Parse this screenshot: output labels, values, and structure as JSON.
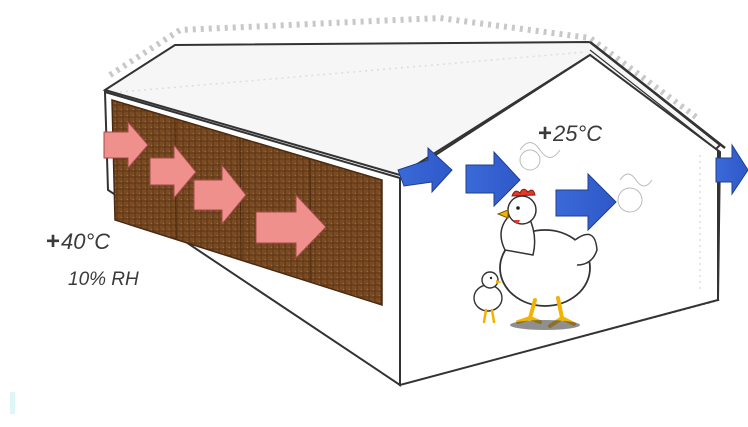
{
  "outside": {
    "plus": "+",
    "temperature": "40°C",
    "humidity": "10% RH"
  },
  "inside": {
    "plus": "+",
    "temperature": "25°C"
  },
  "colors": {
    "hot_air": "#f0908c",
    "cool_air": "#4a7ee0",
    "pad": "#7a4a22",
    "outline": "#333333",
    "chicken_comb": "#e03a2a",
    "chicken_leg": "#f2b400"
  },
  "icons": {
    "hot_air_arrow": "arrow-right-icon",
    "cool_air_arrow": "arrow-right-icon",
    "bird": "chicken-icon"
  }
}
